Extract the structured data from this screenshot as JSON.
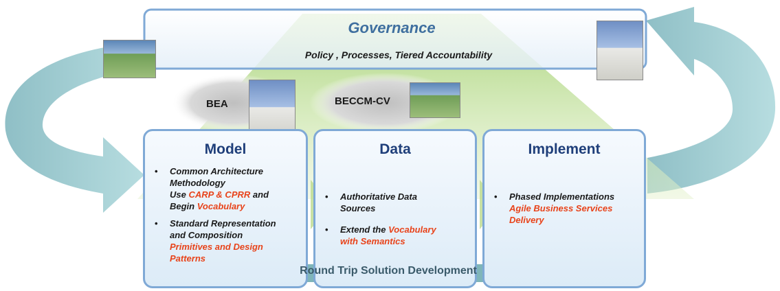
{
  "governance": {
    "title": "Governance",
    "subtitle": "Policy , Processes, Tiered Accountability"
  },
  "ovals": [
    {
      "label": "BEA",
      "icon": "capitol-building-icon"
    },
    {
      "label": "BECCM-CV",
      "icon": "pentagon-building-icon"
    }
  ],
  "boxes": {
    "model": {
      "title": "Model",
      "items": [
        {
          "lines": [
            "Common Architecture",
            "Methodology"
          ],
          "extra1": "Use ",
          "red1": "CARP & CPRR",
          "extra2": " and",
          "extra3": "Begin ",
          "red2": "Vocabulary"
        },
        {
          "lines": [
            "Standard Representation",
            "and Composition"
          ],
          "red": [
            "Primitives and Design",
            "Patterns"
          ]
        }
      ]
    },
    "data": {
      "title": "Data",
      "items": [
        {
          "lines": [
            "Authoritative Data",
            "Sources"
          ]
        },
        {
          "pre": "Extend the ",
          "red1": "Vocabulary",
          "red2": "with Semantics"
        }
      ]
    },
    "implement": {
      "title": "Implement",
      "items": [
        {
          "line": "Phased Implementations",
          "red": [
            "Agile Business Services",
            "Delivery"
          ]
        }
      ]
    }
  },
  "round_trip": {
    "label": "Round Trip Solution Development"
  },
  "icons": [
    "pentagon-building-icon",
    "capitol-building-icon",
    "cycle-arrow-left-icon",
    "cycle-arrow-right-icon",
    "chevron-arrow-icon"
  ],
  "colors": {
    "accent_blue": "#3f6f9f",
    "title_blue": "#1f3f7a",
    "highlight_red": "#e8431a",
    "arrow_teal": "#8fbfc6",
    "border_blue": "#7fa9d6"
  }
}
